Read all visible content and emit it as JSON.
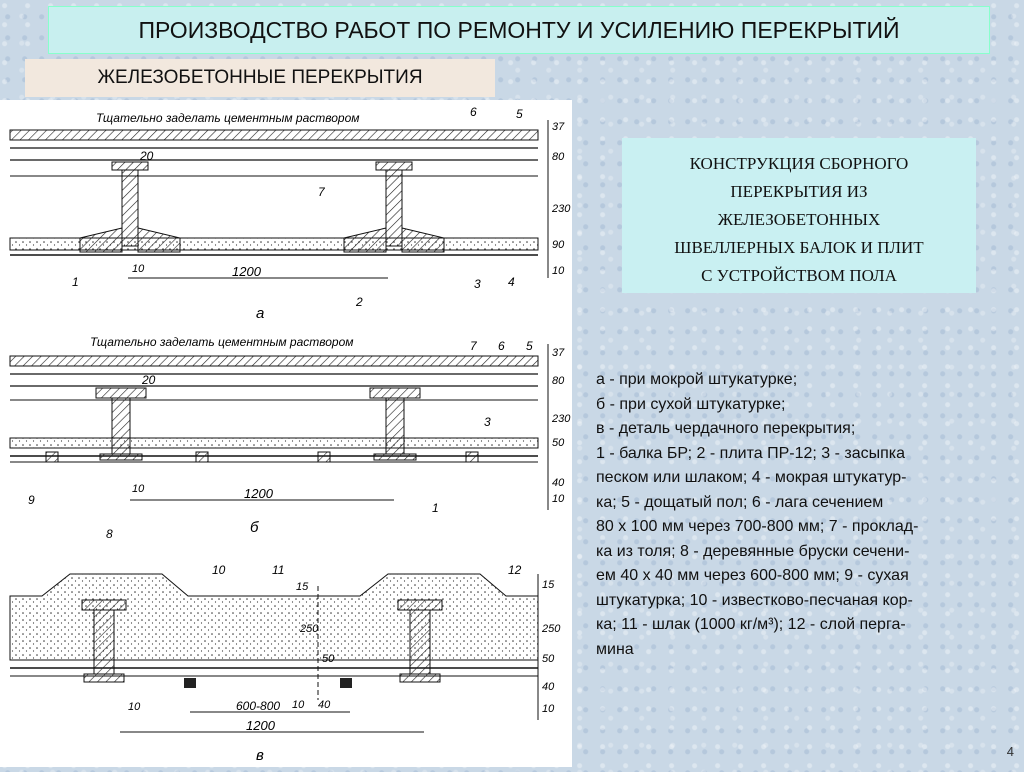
{
  "header": {
    "title": "ПРОИЗВОДСТВО РАБОТ ПО РЕМОНТУ И УСИЛЕНИЮ ПЕРЕКРЫТИЙ",
    "subtitle": "ЖЕЛЕЗОБЕТОННЫЕ  ПЕРЕКРЫТИЯ"
  },
  "callout": {
    "lines": [
      "КОНСТРУКЦИЯ СБОРНОГО",
      "ПЕРЕКРЫТИЯ ИЗ",
      "ЖЕЛЕЗОБЕТОННЫХ",
      "ШВЕЛЛЕРНЫХ БАЛОК И ПЛИТ",
      "С УСТРОЙСТВОМ ПОЛА"
    ]
  },
  "legend": {
    "lines": [
      "а - при мокрой штукатурке;",
      "б - при сухой штукатурке;",
      "в - деталь чердачного перекрытия;",
      "",
      "1 - балка БР; 2 - плита ПР-12; 3 - засыпка",
      "песком или шлаком; 4 - мокрая штукатур-",
      "ка; 5 - дощатый пол; 6 - лага сечением",
      "80 х 100 мм через 700-800 мм; 7 - проклад-",
      "ка из толя; 8 - деревянные бруски сечени-",
      "ем 40 х 40 мм через 600-800 мм; 9 - сухая",
      "штукатурка; 10 - известково-песчаная кор-",
      "ка; 11 - шлак (1000 кг/м³); 12 - слой перга-",
      "мина"
    ]
  },
  "page_number": "4",
  "drawing": {
    "note_a": "Тщательно заделать цементным раствором",
    "note_b": "Тщательно заделать цементным раствором",
    "caption_a": "а",
    "caption_b": "б",
    "caption_c": "в",
    "dim_10": "10",
    "dim_20": "20",
    "dim_1200": "1200",
    "dim_600_800": "600-800",
    "dims_a": [
      "37",
      "80",
      "230",
      "90",
      "10"
    ],
    "dims_b": [
      "37",
      "80",
      "230",
      "50",
      "40",
      "10"
    ],
    "dims_c": [
      "15",
      "250",
      "50",
      "40",
      "10"
    ],
    "labels": [
      "1",
      "2",
      "3",
      "4",
      "5",
      "6",
      "7",
      "8",
      "9",
      "10",
      "11",
      "12"
    ]
  }
}
